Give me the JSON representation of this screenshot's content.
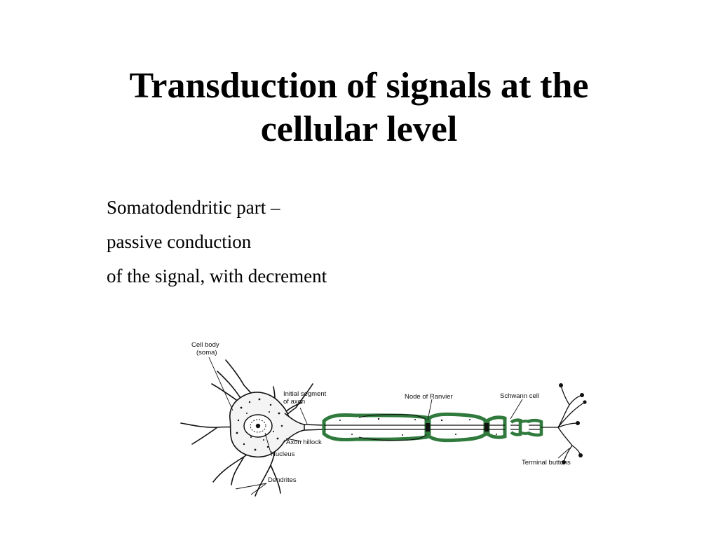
{
  "slide": {
    "title_lines": [
      "Transduction of signals at the",
      "cellular level"
    ],
    "body_lines": [
      "Somatodendritic part –",
      "passive conduction",
      "of the signal, with decrement"
    ]
  },
  "diagram": {
    "labels": {
      "cell_body_line1": "Cell body",
      "cell_body_line2": "(soma)",
      "initial_segment_line1": "Initial segment",
      "initial_segment_line2": "of axon",
      "node_of_ranvier": "Node of Ranvier",
      "schwann_cell": "Schwann cell",
      "axon_hillock": "Axon hillock",
      "nucleus": "Nucleus",
      "dendrites": "Dendrites",
      "terminal_buttons": "Terminal buttons"
    },
    "colors": {
      "myelin": "#2f7a3c",
      "ink": "#111111"
    }
  }
}
